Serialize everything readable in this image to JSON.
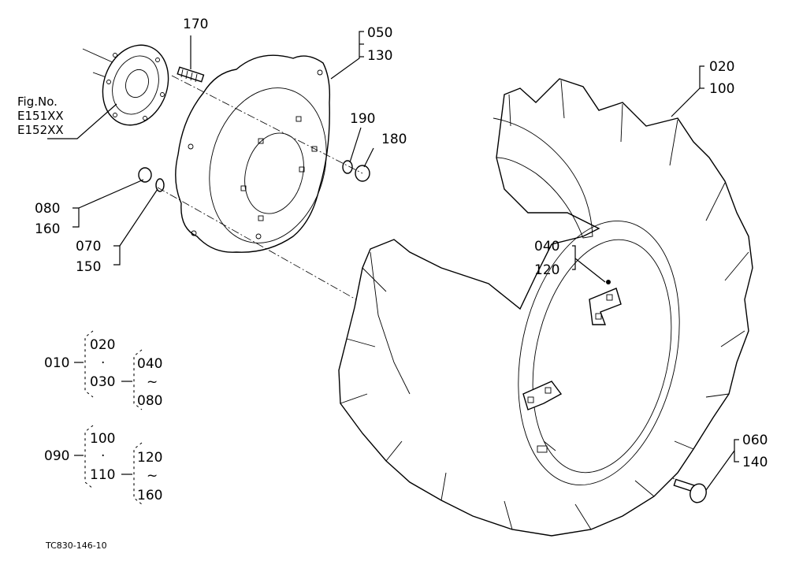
{
  "callouts": {
    "fig_no": "Fig.No.",
    "fig_ref_1": "E151XX",
    "fig_ref_2": "E152XX",
    "p170": "170",
    "p050": "050",
    "p130": "130",
    "p190": "190",
    "p180": "180",
    "p080": "080",
    "p160": "160",
    "p070": "070",
    "p150": "150",
    "p020": "020",
    "p100": "100",
    "p040": "040",
    "p120": "120",
    "p060": "060",
    "p140": "140"
  },
  "legend": {
    "group1": {
      "main": "010",
      "a": "020",
      "b": "030",
      "from": "040",
      "to": "080",
      "dot": "·",
      "range": "~"
    },
    "group2": {
      "main": "090",
      "a": "100",
      "b": "110",
      "from": "120",
      "to": "160",
      "dot": "·",
      "range": "~"
    }
  },
  "footer": {
    "code": "TC830-146-10"
  }
}
